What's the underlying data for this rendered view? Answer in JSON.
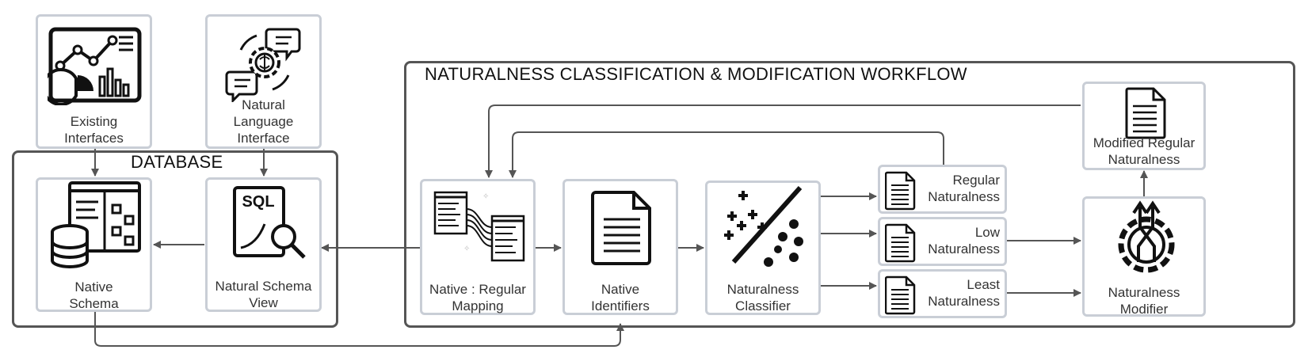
{
  "workflow": {
    "title": "NATURALNESS CLASSIFICATION & MODIFICATION WORKFLOW"
  },
  "database": {
    "title": "DATABASE"
  },
  "nodes": {
    "existing_interfaces": "Existing\nInterfaces",
    "natural_language_interface": "Natural\nLanguage\nInterface",
    "native_schema": "Native\nSchema",
    "natural_schema_view": "Natural Schema\nView",
    "native_regular_mapping": "Native : Regular\nMapping",
    "native_identifiers": "Native\nIdentifiers",
    "naturalness_classifier": "Naturalness\nClassifier",
    "regular_naturalness": "Regular\nNaturalness",
    "low_naturalness": "Low\nNaturalness",
    "least_naturalness": "Least\nNaturalness",
    "modified_regular_naturalness": "Modified Regular\nNaturalness",
    "naturalness_modifier": "Naturalness\nModifier"
  },
  "icons": {
    "sql_text": "SQL"
  },
  "colors": {
    "arrow": "#555555",
    "node_border": "#c9ced6",
    "frame_border": "#555555"
  }
}
